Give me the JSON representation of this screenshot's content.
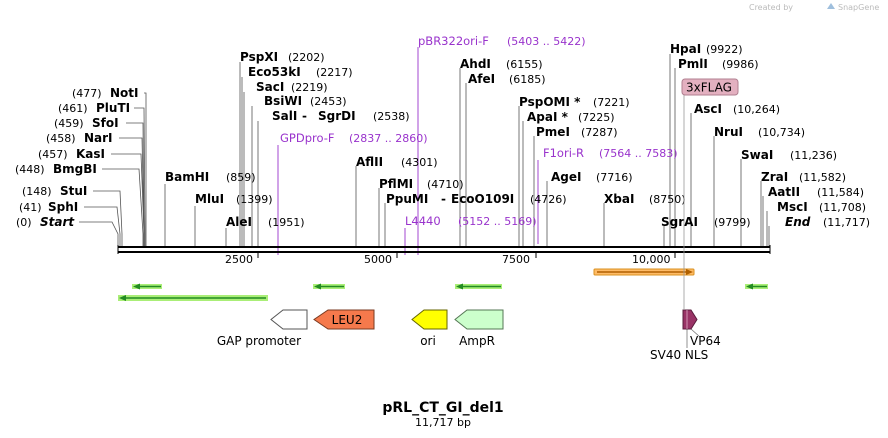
{
  "map": {
    "title": "pRL_CT_GI_del1",
    "length_label": "11,717 bp",
    "credit": "Created by",
    "brand": "SnapGene",
    "length_bp": 11717,
    "ruler_ticks": [
      "2500",
      "5000",
      "7500",
      "10,000"
    ],
    "enzymes": [
      {
        "name": "Start",
        "pos": "(0)",
        "bp": 0,
        "side": "left",
        "italic": true
      },
      {
        "name": "SphI",
        "pos": "(41)",
        "bp": 41,
        "side": "left"
      },
      {
        "name": "StuI",
        "pos": "(148)",
        "bp": 148,
        "side": "left"
      },
      {
        "name": "BmgBI",
        "pos": "(448)",
        "bp": 448,
        "side": "left"
      },
      {
        "name": "KasI",
        "pos": "(457)",
        "bp": 457,
        "side": "left"
      },
      {
        "name": "NarI",
        "pos": "(458)",
        "bp": 458,
        "side": "left"
      },
      {
        "name": "SfoI",
        "pos": "(459)",
        "bp": 459,
        "side": "left"
      },
      {
        "name": "PluTI",
        "pos": "(461)",
        "bp": 461,
        "side": "left"
      },
      {
        "name": "NotI",
        "pos": "(477)",
        "bp": 477,
        "side": "left"
      },
      {
        "name": "BamHI",
        "pos": "(859)",
        "bp": 859,
        "side": "right"
      },
      {
        "name": "MluI",
        "pos": "(1399)",
        "bp": 1399,
        "side": "right"
      },
      {
        "name": "AleI",
        "pos": "(1951)",
        "bp": 1951,
        "side": "right"
      },
      {
        "name": "PspXI",
        "pos": "(2202)",
        "bp": 2202,
        "side": "right"
      },
      {
        "name": "Eco53kI",
        "pos": "(2217)",
        "bp": 2217,
        "side": "right"
      },
      {
        "name": "SacI",
        "pos": "(2219)",
        "bp": 2219,
        "side": "right"
      },
      {
        "name": "BsiWI",
        "pos": "(2453)",
        "bp": 2453,
        "side": "right"
      },
      {
        "name": "SalI",
        "pos": "",
        "bp": 2538,
        "side": "right"
      },
      {
        "name": "SgrDI",
        "pos": "(2538)",
        "bp": 2538,
        "side": "right"
      },
      {
        "name": "AflII",
        "pos": "(4301)",
        "bp": 4301,
        "side": "right"
      },
      {
        "name": "PflMI",
        "pos": "(4710)",
        "bp": 4710,
        "side": "right"
      },
      {
        "name": "PpuMI",
        "pos": "",
        "bp": 4726,
        "side": "right"
      },
      {
        "name": "EcoO109I",
        "pos": "(4726)",
        "bp": 4726,
        "side": "right"
      },
      {
        "name": "AhdI",
        "pos": "(6155)",
        "bp": 6155,
        "side": "right"
      },
      {
        "name": "AfeI",
        "pos": "(6185)",
        "bp": 6185,
        "side": "right"
      },
      {
        "name": "PspOMI *",
        "pos": "(7221)",
        "bp": 7221,
        "side": "right"
      },
      {
        "name": "ApaI *",
        "pos": "(7225)",
        "bp": 7225,
        "side": "right"
      },
      {
        "name": "PmeI",
        "pos": "(7287)",
        "bp": 7287,
        "side": "right"
      },
      {
        "name": "AgeI",
        "pos": "(7716)",
        "bp": 7716,
        "side": "right"
      },
      {
        "name": "XbaI",
        "pos": "(8750)",
        "bp": 8750,
        "side": "right"
      },
      {
        "name": "SgrAI",
        "pos": "(9799)",
        "bp": 9799,
        "side": "right"
      },
      {
        "name": "HpaI",
        "pos": "(9922)",
        "bp": 9922,
        "side": "right"
      },
      {
        "name": "PmlI",
        "pos": "(9986)",
        "bp": 9986,
        "side": "right"
      },
      {
        "name": "AscI",
        "pos": "(10,264)",
        "bp": 10264,
        "side": "right"
      },
      {
        "name": "NruI",
        "pos": "(10,734)",
        "bp": 10734,
        "side": "right"
      },
      {
        "name": "SwaI",
        "pos": "(11,236)",
        "bp": 11236,
        "side": "right"
      },
      {
        "name": "ZraI",
        "pos": "(11,582)",
        "bp": 11582,
        "side": "right"
      },
      {
        "name": "AatII",
        "pos": "(11,584)",
        "bp": 11584,
        "side": "right"
      },
      {
        "name": "MscI",
        "pos": "(11,708)",
        "bp": 11708,
        "side": "right"
      },
      {
        "name": "End",
        "pos": "(11,717)",
        "bp": 11717,
        "side": "right",
        "italic": true
      }
    ],
    "primers": [
      {
        "name": "GPDpro-F",
        "range": "(2837 .. 2860)",
        "bp": 2848
      },
      {
        "name": "L4440",
        "range": "",
        "bp": 5152
      },
      {
        "name": "",
        "range": "(5152 .. 5169)",
        "bp": 5160
      },
      {
        "name": "pBR322ori-F",
        "range": "(5403 .. 5422)",
        "bp": 5412
      },
      {
        "name": "F1ori-R",
        "range": "(7564 .. 7583)",
        "bp": 7573
      }
    ],
    "features": [
      {
        "name": "GAP promoter",
        "color": "#ffffff",
        "direction": "left"
      },
      {
        "name": "LEU2",
        "color": "#f5794c",
        "direction": "left"
      },
      {
        "name": "ori",
        "color": "#ffff00",
        "direction": "left"
      },
      {
        "name": "AmpR",
        "color": "#ccffcc",
        "direction": "left"
      },
      {
        "name": "VP64",
        "color": "#993366",
        "direction": "right"
      },
      {
        "name": "SV40 NLS",
        "color": "#993366",
        "direction": "right"
      },
      {
        "name": "3xFLAG",
        "color": "#e3b0c0",
        "direction": "right"
      }
    ],
    "colors": {
      "primer": "#9933cc",
      "orf": "#88dd44",
      "orf_arrow": "#228b22",
      "selected_orf": "#ffbb66",
      "selected_orf_arrow": "#b06000",
      "backbone": "#000000"
    }
  }
}
